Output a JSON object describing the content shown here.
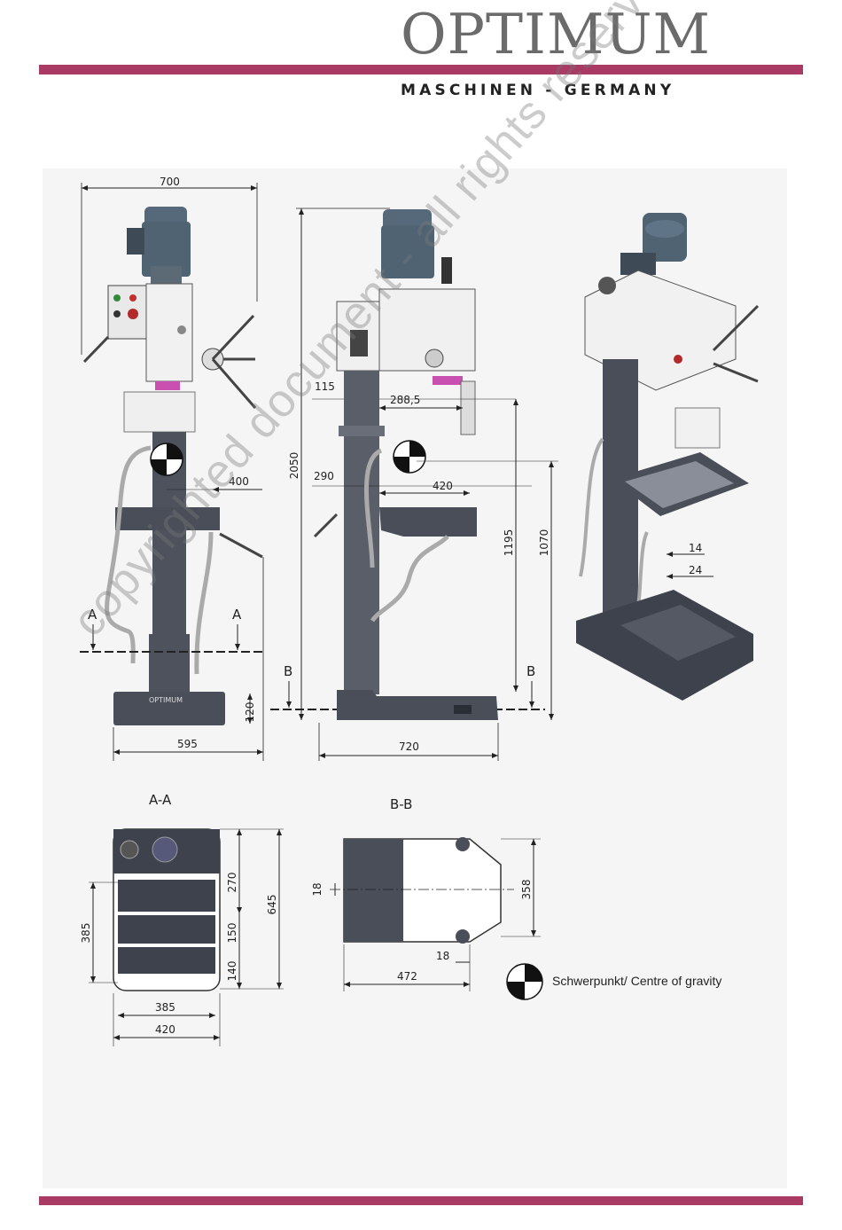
{
  "header": {
    "brand": "OPTIMUM",
    "tagline": "MASCHINEN - GERMANY"
  },
  "front_view": {
    "width_top": "700",
    "arm_depth": "400",
    "base_width": "595",
    "base_height": "120",
    "section_mark": "A",
    "base_logo": "OPTIMUM"
  },
  "side_view": {
    "total_height": "2050",
    "spindle_offset": "115",
    "spindle_to_column": "288,5",
    "column_offset": "290",
    "table_reach": "420",
    "table_height": "1195",
    "spindle_height": "1070",
    "base_depth": "720",
    "section_mark": "B"
  },
  "iso_view": {
    "slot_width": "14",
    "slot_spacing": "24"
  },
  "section_aa": {
    "title": "A-A",
    "dim_270": "270",
    "dim_150": "150",
    "dim_140": "140",
    "dim_645": "645",
    "dim_385_side": "385",
    "dim_385_bottom": "385",
    "dim_420": "420"
  },
  "section_bb": {
    "title": "B-B",
    "dim_18_left": "18",
    "dim_358": "358",
    "dim_18_bottom": "18",
    "dim_472": "472"
  },
  "legend": {
    "label": "Schwerpunkt/ Centre of gravity"
  },
  "watermark": "copyrighted document - all rights reserved by FBC",
  "colors": {
    "accent_rule": "#a83a63",
    "machine_body": "#4a4e58",
    "motor": "#5a6e7c"
  }
}
